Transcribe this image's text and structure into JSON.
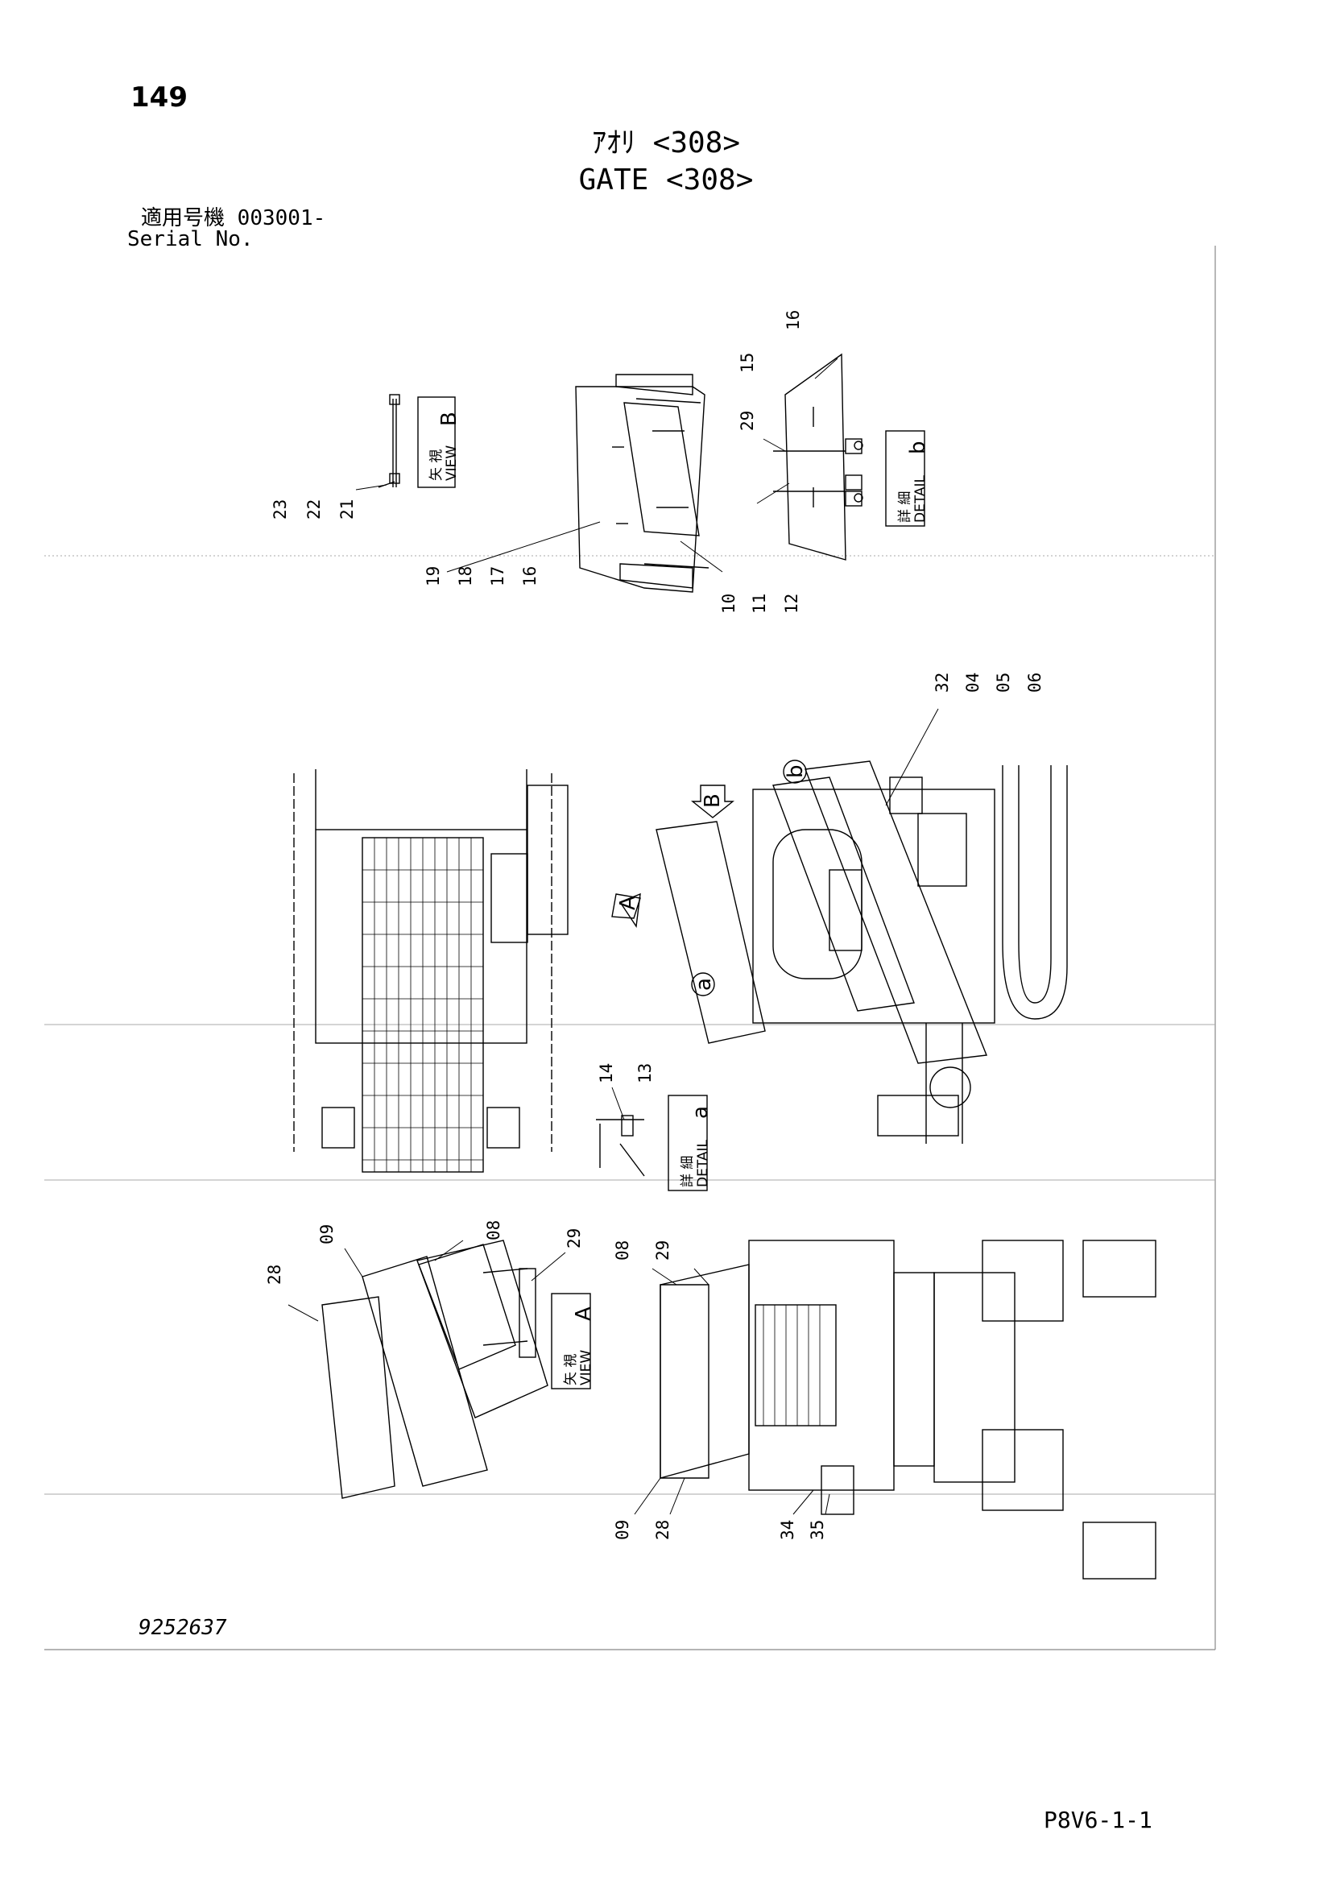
{
  "header": {
    "page_number": "149",
    "title_jp": "ｱｵﾘ <308>",
    "title_en": "GATE <308>",
    "serial_label_jp": "適用号機",
    "serial_value": "003001-",
    "serial_label_en": "Serial No."
  },
  "footer": {
    "drawing_number": "9252637",
    "page_code": "P8V6-1-1"
  },
  "views": {
    "view_b": {
      "jp": "矢 視",
      "en": "VIEW",
      "letter": "B"
    },
    "detail_b": {
      "jp": "詳 細",
      "en": "DETAIL",
      "letter": "b"
    },
    "detail_a": {
      "jp": "詳 細",
      "en": "DETAIL",
      "letter": "a"
    },
    "view_a": {
      "jp": "矢 視",
      "en": "VIEW",
      "letter": "A"
    },
    "arrow_a": "A",
    "arrow_b": "B",
    "circle_a": "a",
    "circle_b": "b"
  },
  "callouts": {
    "c23": "23",
    "c22": "22",
    "c21": "21",
    "c19": "19",
    "c18": "18",
    "c17": "17",
    "c16a": "16",
    "c10": "10",
    "c11": "11",
    "c12": "12",
    "c16b": "16",
    "c15": "15",
    "c29a": "29",
    "c32": "32",
    "c04": "04",
    "c05": "05",
    "c06": "06",
    "c14": "14",
    "c13": "13",
    "c28a": "28",
    "c09a": "09",
    "c08a": "08",
    "c29b": "29",
    "c08b": "08",
    "c29c": "29",
    "c09b": "09",
    "c28b": "28",
    "c34": "34",
    "c35": "35"
  }
}
